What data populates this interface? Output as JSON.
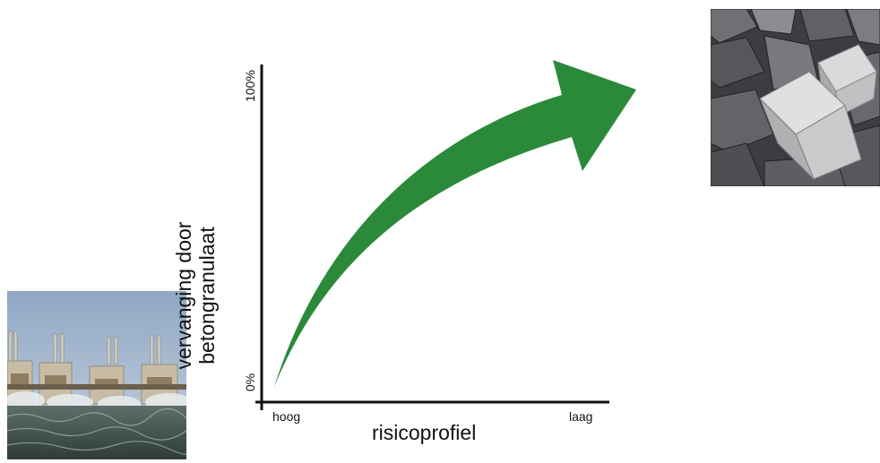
{
  "diagram": {
    "y_axis_label": [
      "vervanging door",
      "betongranulaat"
    ],
    "y_ticks": {
      "top": "100%",
      "bottom": "0%"
    },
    "x_axis_label": "risicoprofiel",
    "x_ticks": {
      "left": "hoog",
      "right": "laag"
    },
    "arrow_color": "#2b8a3a",
    "axis_color": "#111111"
  },
  "images": {
    "left_photo": "storm-surge-barrier",
    "right_photo": "concrete-blocks"
  }
}
